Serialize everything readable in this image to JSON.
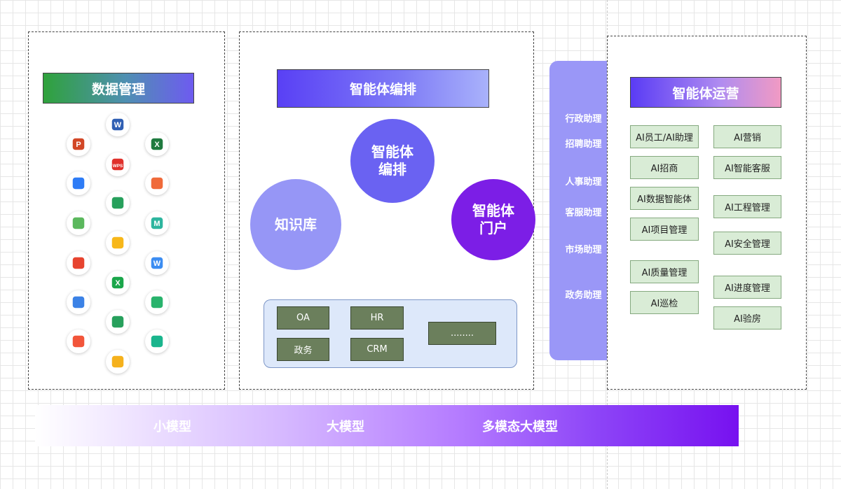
{
  "data_management": {
    "title": "数据管理",
    "apps": [
      {
        "name": "word-icon",
        "label": "W",
        "color": "#2f5fb3"
      },
      {
        "name": "powerpoint-icon",
        "label": "P",
        "color": "#d24726"
      },
      {
        "name": "excel-icon",
        "label": "X",
        "color": "#1f7a3f"
      },
      {
        "name": "wps-icon",
        "label": "WPS",
        "color": "#e0312c"
      },
      {
        "name": "cloud-drive-icon",
        "label": "",
        "color": "#2e7cf6"
      },
      {
        "name": "slides-icon",
        "label": "",
        "color": "#f06a3a"
      },
      {
        "name": "sheets-icon",
        "label": "",
        "color": "#27a05c"
      },
      {
        "name": "photos-icon",
        "label": "",
        "color": "#5bb85d"
      },
      {
        "name": "mindmap-icon",
        "label": "M",
        "color": "#2db59e"
      },
      {
        "name": "folder-icon",
        "label": "",
        "color": "#f7b719"
      },
      {
        "name": "pdf-icon",
        "label": "",
        "color": "#e7442f"
      },
      {
        "name": "wps-writer-icon",
        "label": "W",
        "color": "#3c8df2"
      },
      {
        "name": "xmind-icon",
        "label": "X",
        "color": "#1aa64a"
      },
      {
        "name": "form-icon",
        "label": "",
        "color": "#3b82e6"
      },
      {
        "name": "chart-icon",
        "label": "",
        "color": "#29b36c"
      },
      {
        "name": "spreadsheet-icon",
        "label": "",
        "color": "#27a05c"
      },
      {
        "name": "announcement-icon",
        "label": "",
        "color": "#f2553a"
      },
      {
        "name": "workflow-icon",
        "label": "",
        "color": "#1ab58d"
      },
      {
        "name": "notes-icon",
        "label": "",
        "color": "#f5b11c"
      }
    ]
  },
  "orchestration": {
    "title": "智能体编排",
    "circles": {
      "knowledge_base": "知识库",
      "agent_orchestration": "智能体\n编排",
      "agent_portal": "智能体\n门户"
    },
    "systems": [
      "OA",
      "HR",
      "政务",
      "CRM",
      "........"
    ]
  },
  "assistants": [
    "行政助理",
    "招聘助理",
    "人事助理",
    "客服助理",
    "市场助理",
    "政务助理"
  ],
  "operations": {
    "title": "智能体运营",
    "left": [
      "AI员工/AI助理",
      "AI招商",
      "AI数据智能体",
      "AI项目管理",
      "AI质量管理",
      "AI巡检"
    ],
    "right": [
      "AI营销",
      "AI智能客服",
      "AI工程管理",
      "AI安全管理",
      "AI进度管理",
      "AI验房"
    ]
  },
  "models": [
    "小模型",
    "大模型",
    "多模态大模型"
  ]
}
